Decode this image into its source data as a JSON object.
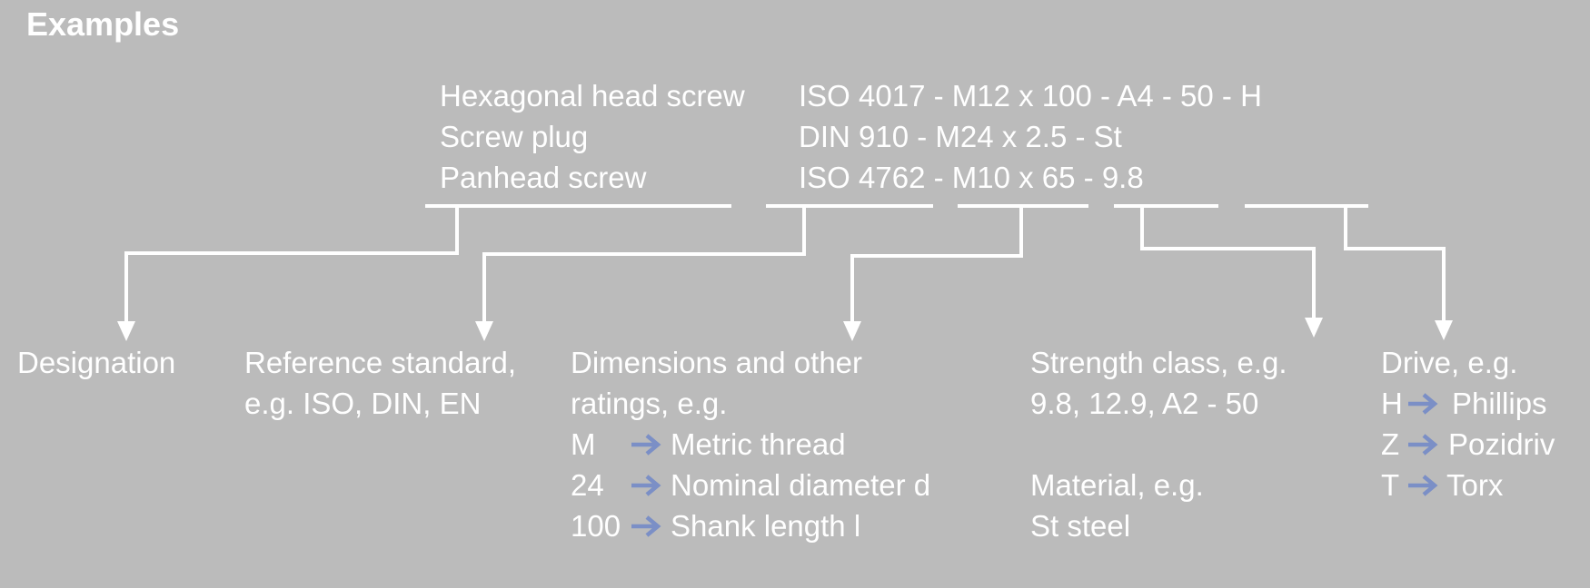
{
  "title": "Examples",
  "examples": [
    {
      "name": "Hexagonal head screw",
      "code": "ISO 4017 - M12 x 100 - A4 - 50 - H"
    },
    {
      "name": "Screw plug",
      "code": "DIN 910 - M24 x 2.5 - St"
    },
    {
      "name": "Panhead screw",
      "code": "ISO 4762 - M10 x 65 - 9.8"
    }
  ],
  "categories": {
    "designation": {
      "label": "Designation"
    },
    "reference": {
      "line1": "Reference standard,",
      "line2": "e.g. ISO, DIN, EN"
    },
    "dimensions": {
      "line1": "Dimensions and other",
      "line2": "ratings, e.g.",
      "items": [
        {
          "code": "M",
          "text": "Metric thread"
        },
        {
          "code": "24",
          "text": "Nominal diameter d"
        },
        {
          "code": "100",
          "text": "Shank length  l"
        }
      ]
    },
    "strength": {
      "line1": "Strength class, e.g.",
      "line2": "9.8, 12.9, A2 - 50",
      "material_label": "Material, e.g.",
      "material_value": "St steel"
    },
    "drive": {
      "label": "Drive, e.g.",
      "items": [
        {
          "code": "H",
          "text": "Phillips"
        },
        {
          "code": "Z",
          "text": "Pozidriv"
        },
        {
          "code": "T",
          "text": "Torx"
        }
      ]
    }
  },
  "colors": {
    "background": "#bbbbbb",
    "text": "#ffffff",
    "accent_arrow": "#7b8fc6"
  }
}
